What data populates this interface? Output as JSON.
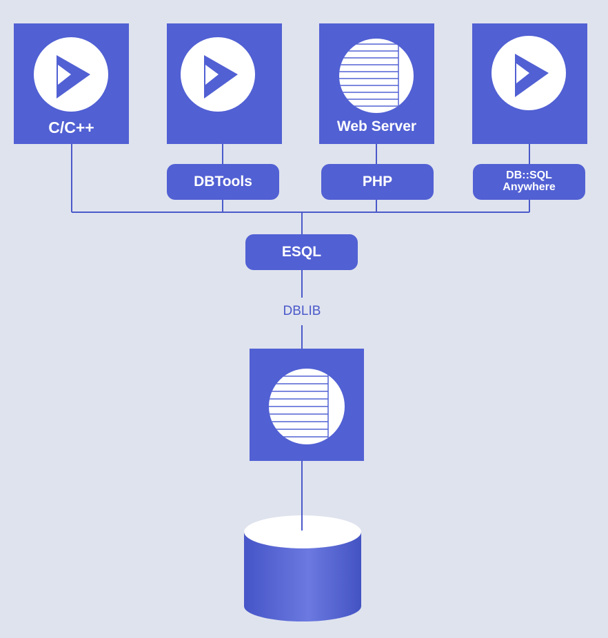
{
  "nodes": {
    "cpp": {
      "label": "C/C++",
      "icon": "play-triangles-icon"
    },
    "dbtools_app": {
      "icon": "play-triangles-icon"
    },
    "web_server": {
      "label": "Web Server",
      "icon": "striped-globe-icon"
    },
    "dbsql_app": {
      "icon": "play-triangles-icon"
    },
    "database_server": {
      "icon": "striped-globe-icon"
    },
    "database": {
      "icon": "database-cylinder-icon"
    }
  },
  "interfaces": {
    "dbtools": "DBTools",
    "php": "PHP",
    "dbsql_line1": "DB::SQL",
    "dbsql_line2": "Anywhere",
    "esql": "ESQL"
  },
  "connector_label": "DBLIB",
  "colors": {
    "background": "#dfe3ee",
    "box": "#5160d3",
    "line": "#4a59c9",
    "icon_fill": "#ffffff"
  }
}
